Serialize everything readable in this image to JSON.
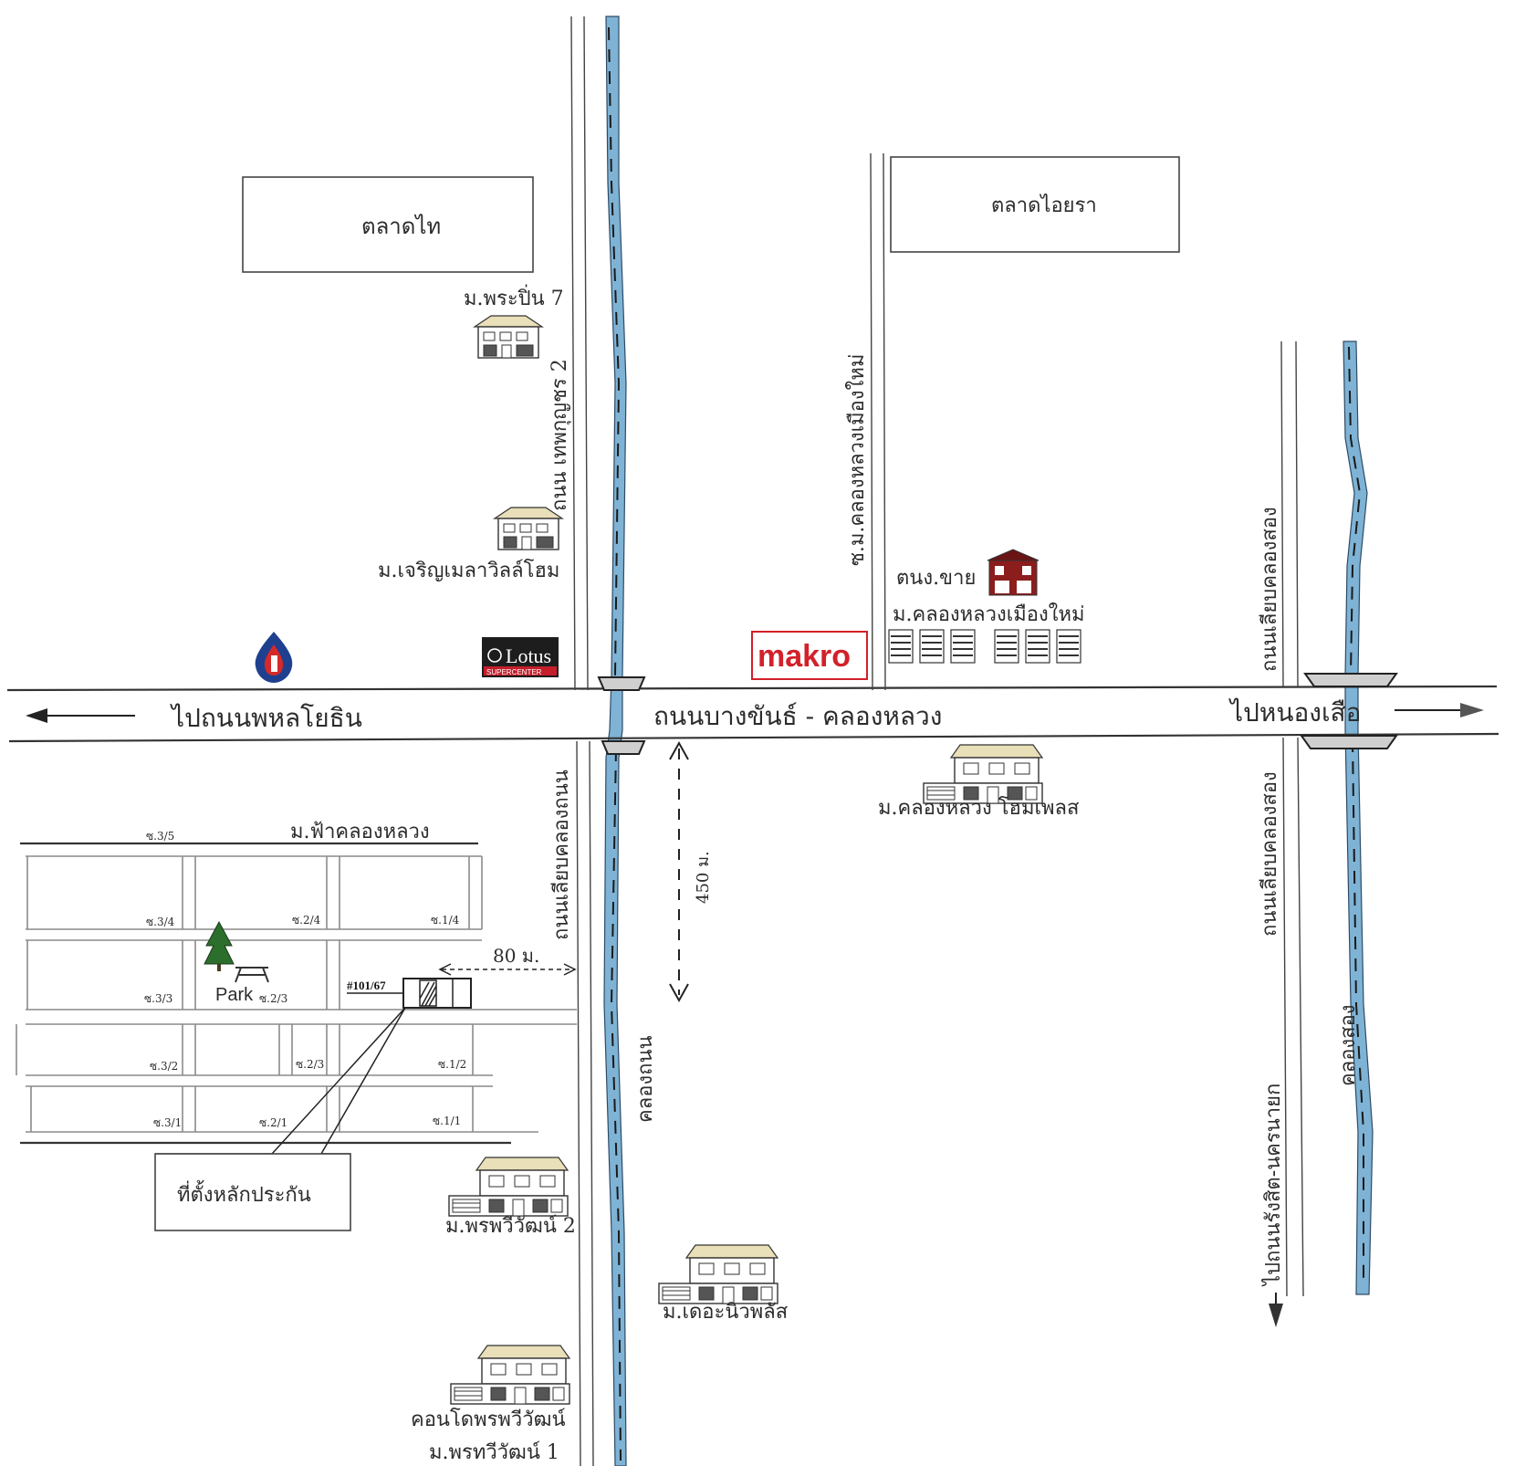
{
  "roads": {
    "main_road": "ถนนบางขันธ์ - คลองหลวง",
    "to_phahonyothin": "ไปถนนพหลโยธิน",
    "to_nong_suea": "ไปหนองเสือ",
    "thepkunchorn_2": "ถนน เทพกุญชร 2",
    "klong_luang_muang_mai_soi": "ซ.ม.คลองหลวงเมืองใหม่",
    "along_klong_song_upper": "ถนนเลียบคลองสอง",
    "along_klong_song_lower": "ถนนเลียบคลองสอง",
    "along_klong_thanon": "ถนนเลียบคลองถนน",
    "to_rangsit_nakhon_nayok": "ไปถนนรังสิต-นครนายก"
  },
  "canals": {
    "klong_thanon": "คลองถนน",
    "klong_song": "คลองสอง"
  },
  "places": {
    "talad_thai": "ตลาดไท",
    "talad_aiyara": "ตลาดไอยรา",
    "praepin_7": "ม.พระปิ่น 7",
    "charoen_greenville": "ม.เจริญเมลาวิลล์โฮม",
    "klong_luang_muang_mai": "ม.คลองหลวงเมืองใหม่",
    "for_sale": "ตนง.ขาย",
    "klong_luang_home_plus": "ม.คลองหลวง โฮมเพลส",
    "fah_klong_luang": "ม.ฟ้าคลองหลวง",
    "pruksa_2": "ม.พรพวีวัฒน์ 2",
    "the_new_plus": "ม.เดอะนิวพลัส",
    "condo_pruksa": "คอนโดพรพวีวัฒน์",
    "pruksa_1": "ม.พรทวีวัฒน์ 1"
  },
  "brands": {
    "lotus": "Lotus",
    "lotus_sub": "SUPERCENTER",
    "makro": "makro"
  },
  "distances": {
    "d80": "80 ม.",
    "d450": "450 ม."
  },
  "estate": {
    "park": "Park",
    "property_id": "#101/67",
    "soi_labels": [
      "ซ.3/5",
      "ซ.3/4",
      "ซ.2/4",
      "ซ.1/4",
      "ซ.3/3",
      "ซ.2/3",
      "ซ.3/2",
      "ซ.2/3",
      "ซ.1/2",
      "ซ.3/1",
      "ซ.2/1",
      "ซ.1/1"
    ]
  },
  "callout": "ที่ตั้งหลักประกัน",
  "colors": {
    "river": "#7fb3d5",
    "makro_red": "#d3202a",
    "lotus_dark": "#1d1d1d",
    "ptt_blue": "#1f3f8f",
    "ptt_red": "#d42a2a",
    "house_red": "#8b1d1d"
  },
  "icons": [
    "house-icon",
    "gas-station-logo-icon",
    "tree-icon",
    "picnic-table-icon",
    "arrow-left-icon",
    "arrow-right-icon",
    "arrow-down-icon"
  ]
}
